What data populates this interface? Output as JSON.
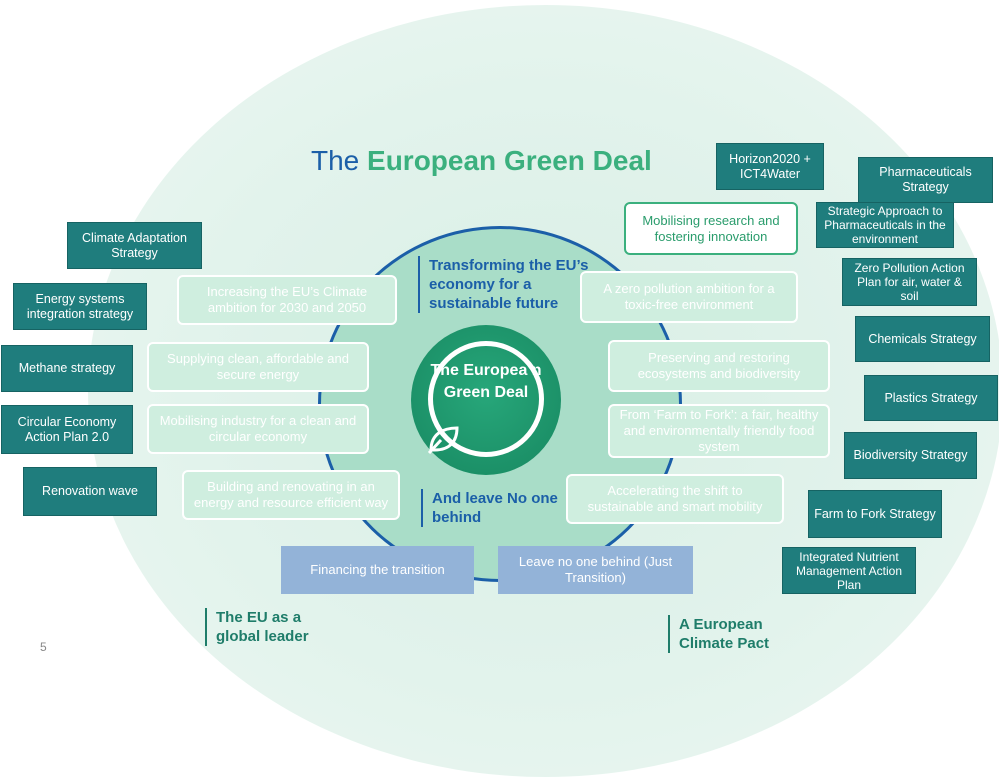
{
  "title": {
    "prefix": "The",
    "highlight": "European Green Deal"
  },
  "core": {
    "text": "The Europea n Green Deal"
  },
  "headings": {
    "transforming": "Transforming the EU’s economy for a sustainable future",
    "leave_no_one": "And leave No one behind",
    "global_leader": "The EU as a global leader",
    "climate_pact": "A European Climate Pact"
  },
  "left_pills": [
    "Increasing the EU’s Climate ambition for 2030 and 2050",
    "Supplying clean, affordable and secure energy",
    "Mobilising industry for a clean and circular economy",
    "Building and renovating in an energy and resource efficient way"
  ],
  "right_pills": [
    "Mobilising research and fostering innovation",
    "A zero pollution ambition for a toxic-free environment",
    "Preserving and restoring ecosystems and biodiversity",
    "From ‘Farm to Fork’: a fair, healthy and environmentally friendly food system",
    "Accelerating the shift to sustainable and smart mobility"
  ],
  "bottom_boxes": [
    "Financing the transition",
    "Leave no one behind (Just Transition)"
  ],
  "left_strategies": [
    "Climate Adaptation Strategy",
    "Energy systems integration strategy",
    "Methane strategy",
    "Circular Economy Action Plan 2.0",
    "Renovation wave"
  ],
  "right_strategies": [
    "Horizon2020 + ICT4Water",
    "Pharmaceuticals Strategy",
    "Strategic Approach to Pharmaceuticals in the environment",
    "Zero Pollution Action Plan for air, water & soil",
    "Chemicals Strategy",
    "Plastics Strategy",
    "Biodiversity Strategy",
    "Farm to Fork Strategy",
    "Integrated Nutrient Management Action Plan"
  ],
  "page_number": "5",
  "colors": {
    "teal": "#1f7d7d",
    "green": "#3bb07e",
    "blue": "#1b5fa8",
    "light_green": "#cfeedf",
    "light_blue": "#93b3d8"
  }
}
